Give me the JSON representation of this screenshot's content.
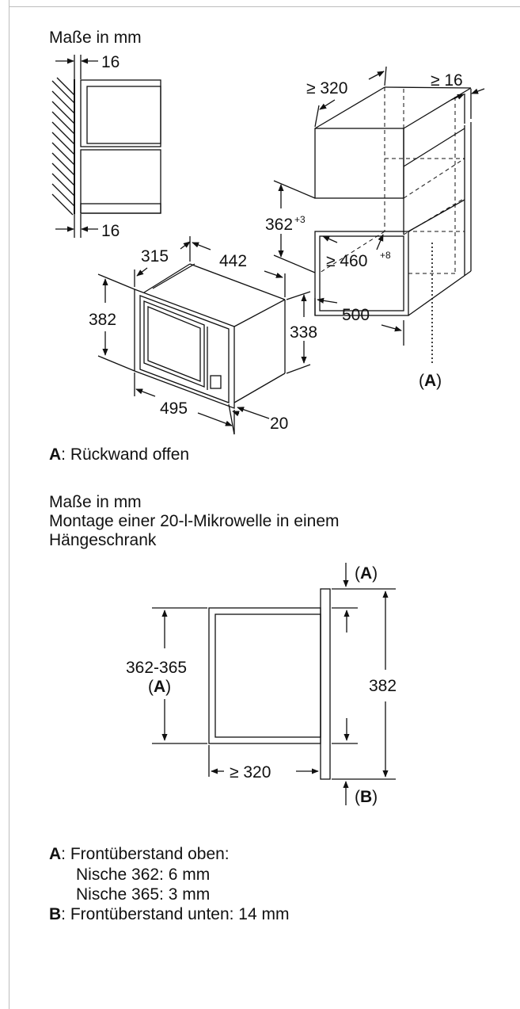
{
  "section1": {
    "title": "Maße in mm",
    "labels": {
      "wall_gap_top": "16",
      "wall_gap_bottom": "16",
      "cab_depth": "≥ 320",
      "cab_side": "≥ 16",
      "niche_height": "362",
      "niche_height_tol": "+3",
      "niche_width": "≥ 460",
      "niche_width_tol": "+8",
      "niche_depth": "500",
      "mw_depth": "315",
      "mw_width": "442",
      "mw_height_front": "382",
      "mw_height_body": "338",
      "mw_front_width": "495",
      "mw_front_thickness": "20",
      "open_back_marker": "A"
    },
    "legend": {
      "key": "A",
      "text": ": Rückwand offen"
    }
  },
  "section2": {
    "title": "Maße in mm",
    "subtitle_line1": "Montage einer 20-l-Mikrowelle in einem",
    "subtitle_line2": "Hängeschrank",
    "labels": {
      "niche_range": "362-365",
      "niche_ref": "A",
      "front_height": "382",
      "depth": "≥ 320",
      "top_ref": "A",
      "bottom_ref": "B"
    },
    "legend": [
      {
        "key": "A",
        "line1": ": Frontüberstand oben:",
        "line2": "Nische 362: 6 mm",
        "line3": "Nische 365: 3 mm"
      },
      {
        "key": "B",
        "line1": ": Frontüberstand unten: 14 mm"
      }
    ]
  }
}
